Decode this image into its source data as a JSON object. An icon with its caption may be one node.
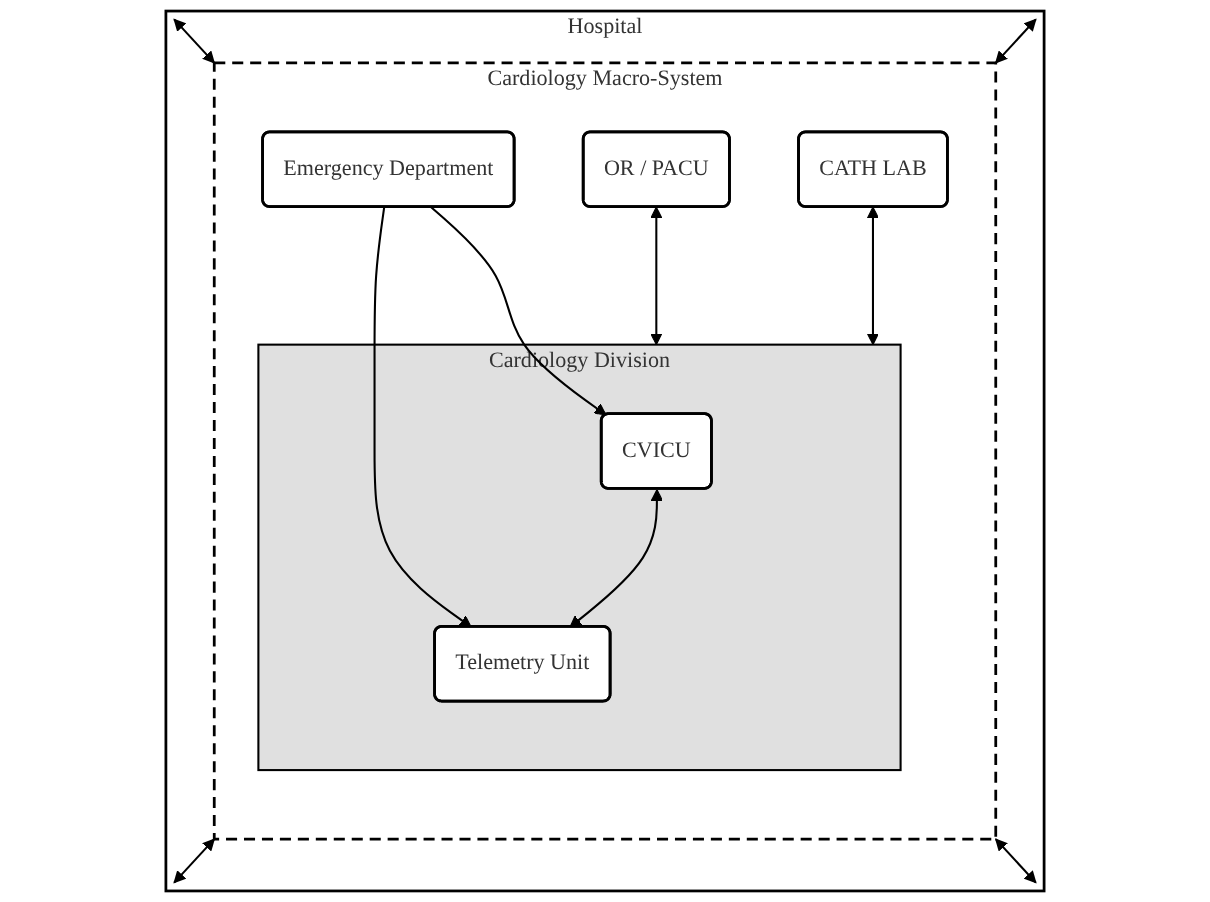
{
  "diagram": {
    "nodes": [
      {
        "text": [
          "Hospital"
        ]
      },
      {
        "text": [
          "Cardiology Macro-System"
        ],
        "in": 0
      },
      {
        "text": [
          "Cardiology Division"
        ],
        "in": 1
      },
      {
        "text": [
          "CVICU"
        ],
        "in": 2
      },
      {
        "text": [
          "Telemetry Unit"
        ],
        "in": 2
      },
      {
        "text": [
          "OR / PACU"
        ],
        "in": 1
      },
      {
        "text": [
          "Emergency Department"
        ],
        "in": 1
      },
      {
        "text": [
          "CATH LAB"
        ],
        "in": 1
      }
    ],
    "edges": [
      {
        "from": 0,
        "to": 1,
        "arrow": "both"
      },
      {
        "from": 0,
        "to": 1,
        "arrow": "both"
      },
      {
        "from": 0,
        "to": 1,
        "arrow": "both"
      },
      {
        "from": 0,
        "to": 1,
        "arrow": "both"
      },
      {
        "from": 3,
        "to": 4,
        "arrow": "both"
      },
      {
        "from": 6,
        "to": 3,
        "arrow": "to"
      },
      {
        "from": 6,
        "to": 4,
        "arrow": "to"
      },
      {
        "from": 5,
        "to": 2,
        "arrow": "both"
      },
      {
        "from": 7,
        "to": 2,
        "arrow": "both"
      }
    ]
  }
}
